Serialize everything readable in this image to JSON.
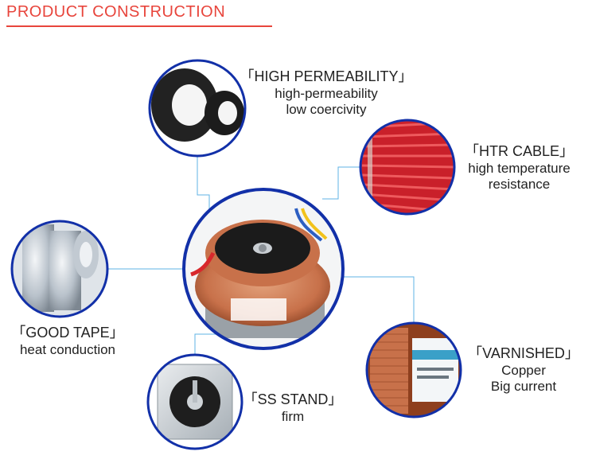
{
  "header": {
    "title": "PRODUCT CONSTRUCTION"
  },
  "features": {
    "permeability": {
      "head": "「HIGH PERMEABILITY」",
      "line1": "high-permeability",
      "line2": "low coercivity"
    },
    "cable": {
      "head": "「HTR CABLE」",
      "line1": "high temperature",
      "line2": "resistance"
    },
    "tape": {
      "head": "「GOOD TAPE」",
      "line1": "heat conduction"
    },
    "varnished": {
      "head": "「VARNISHED」",
      "line1": "Copper",
      "line2": "Big current"
    },
    "stand": {
      "head": "「SS STAND」",
      "line1": "firm"
    }
  },
  "colors": {
    "accent": "#e8453c",
    "ring": "#1230a8",
    "connector": "#5fb3e6",
    "copper": "#c8714a",
    "red_wire": "#d8282c"
  },
  "icons": [
    "toroidal-transformer",
    "ferrite-core-rings",
    "red-cable-bundle",
    "aluminum-tape-roll",
    "copper-wire-spools",
    "steel-stand-plate"
  ]
}
